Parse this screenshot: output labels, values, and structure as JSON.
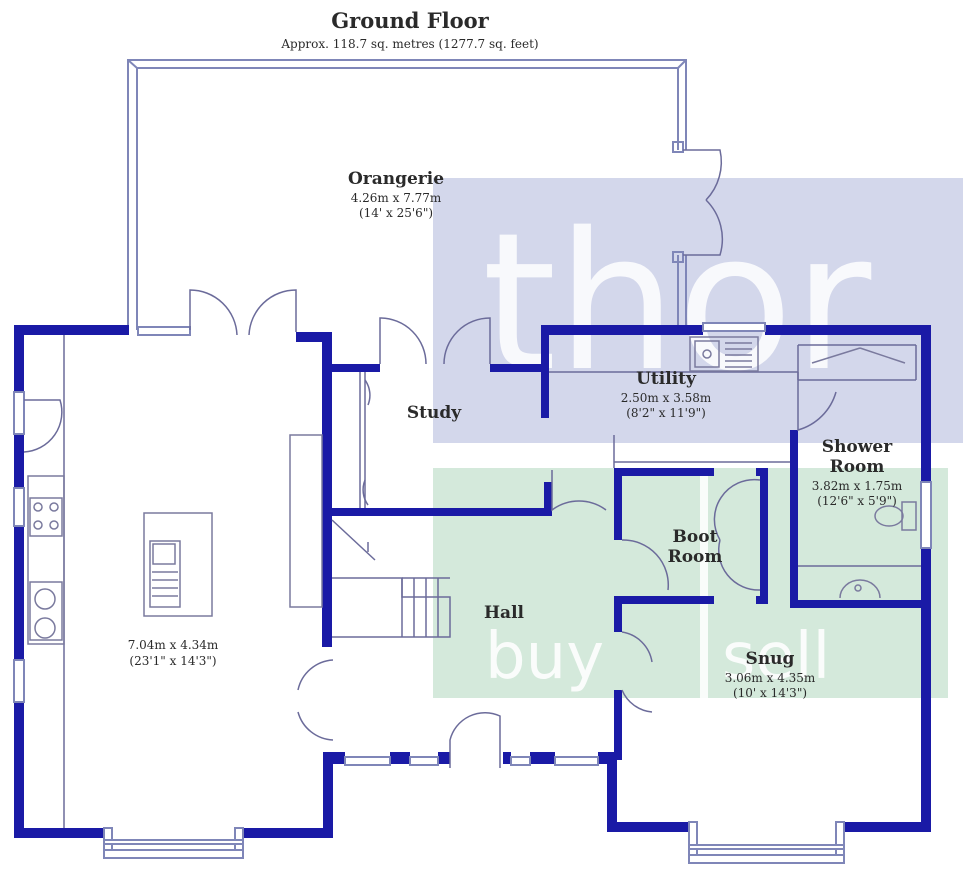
{
  "header": {
    "title": "Ground Floor",
    "subtitle": "Approx. 118.7 sq. metres (1277.7 sq. feet)"
  },
  "rooms": {
    "orangerie": {
      "name": "Orangerie",
      "dim_m": "4.26m x 7.77m",
      "dim_ft": "(14' x 25'6\")"
    },
    "study": {
      "name": "Study"
    },
    "utility": {
      "name": "Utility",
      "dim_m": "2.50m x 3.58m",
      "dim_ft": "(8'2\" x 11'9\")"
    },
    "shower": {
      "name_line1": "Shower",
      "name_line2": "Room",
      "dim_m": "3.82m x 1.75m",
      "dim_ft": "(12'6\" x 5'9\")"
    },
    "boot": {
      "name_line1": "Boot",
      "name_line2": "Room"
    },
    "hall": {
      "name": "Hall"
    },
    "kitchen": {
      "dim_m": "7.04m x 4.34m",
      "dim_ft": "(23'1\" x 14'3\")"
    },
    "snug": {
      "name": "Snug",
      "dim_m": "3.06m x 4.35m",
      "dim_ft": "(10' x 14'3\")"
    }
  },
  "watermark": {
    "brand": "thor",
    "buy": "buy",
    "sell": "sell"
  },
  "colors": {
    "wall": "#1a1aa6",
    "window": "#7f86b8",
    "line": "#6b6b9a",
    "watermark_blue": "#aeb4d6",
    "watermark_green": "#b7d8c2"
  }
}
